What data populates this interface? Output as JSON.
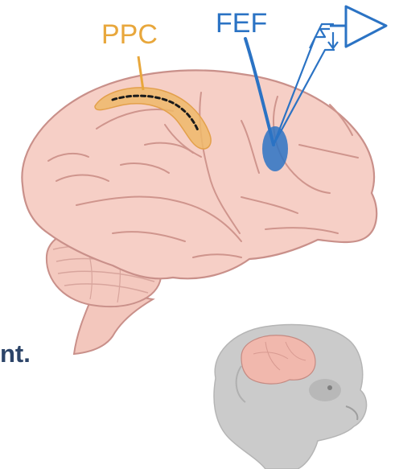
{
  "labels": {
    "ppc": "PPC",
    "fef": "FEF",
    "cut_text": "nt."
  },
  "colors": {
    "ppc": "#e8a73c",
    "fef": "#2b73c4",
    "brain_fill": "#f6cfc6",
    "brain_stroke": "#c9908a",
    "text_dark": "#2c4468",
    "monkey_gray": "#c7c7c7"
  },
  "icons": {
    "electrode": "electrode-icon",
    "speaker": "speaker-icon",
    "monkey": "monkey-head-icon"
  }
}
